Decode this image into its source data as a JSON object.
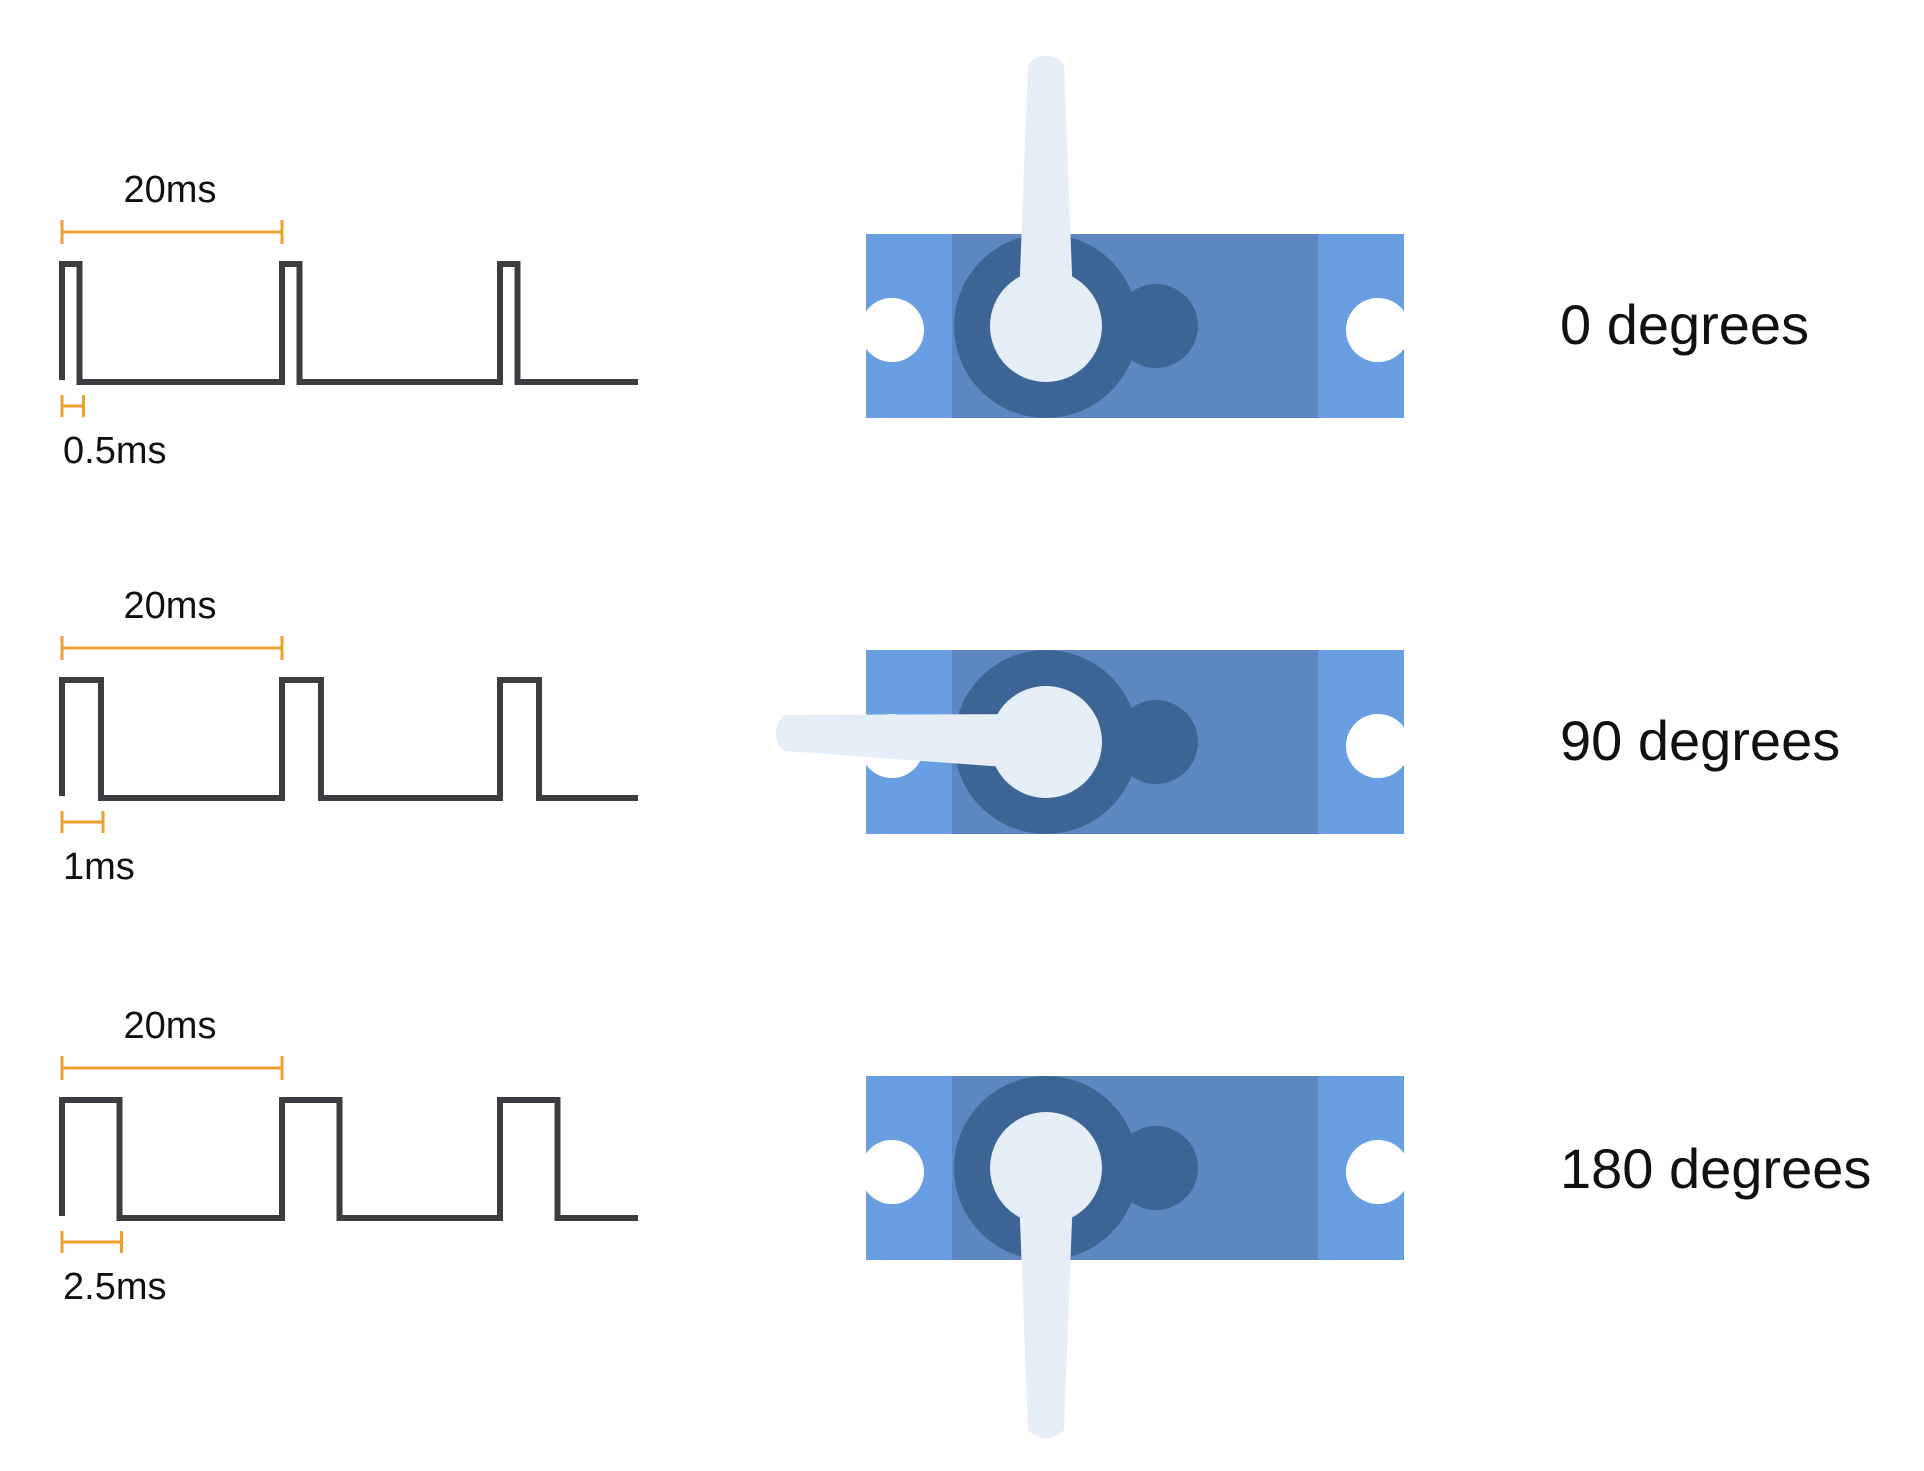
{
  "colors": {
    "waveform": "#3c3c41",
    "dimension": "#f0a030",
    "servo_mount": "#6a9ee2",
    "servo_body": "#5e87c2",
    "servo_gear": "#3c6596",
    "servo_horn": "#e6eef8",
    "hole": "#ffffff",
    "text": "#111111"
  },
  "rows": [
    {
      "period_label": "20ms",
      "pulse_label": "0.5ms",
      "pulse_ms": 0.5,
      "period_ms": 20,
      "angle_label": "0 degrees",
      "horn_angle_deg": 0
    },
    {
      "period_label": "20ms",
      "pulse_label": "1ms",
      "pulse_ms": 1,
      "period_ms": 20,
      "angle_label": "90 degrees",
      "horn_angle_deg": 90
    },
    {
      "period_label": "20ms",
      "pulse_label": "2.5ms",
      "pulse_ms": 2.5,
      "period_ms": 20,
      "angle_label": "180 degrees",
      "horn_angle_deg": 180
    }
  ]
}
